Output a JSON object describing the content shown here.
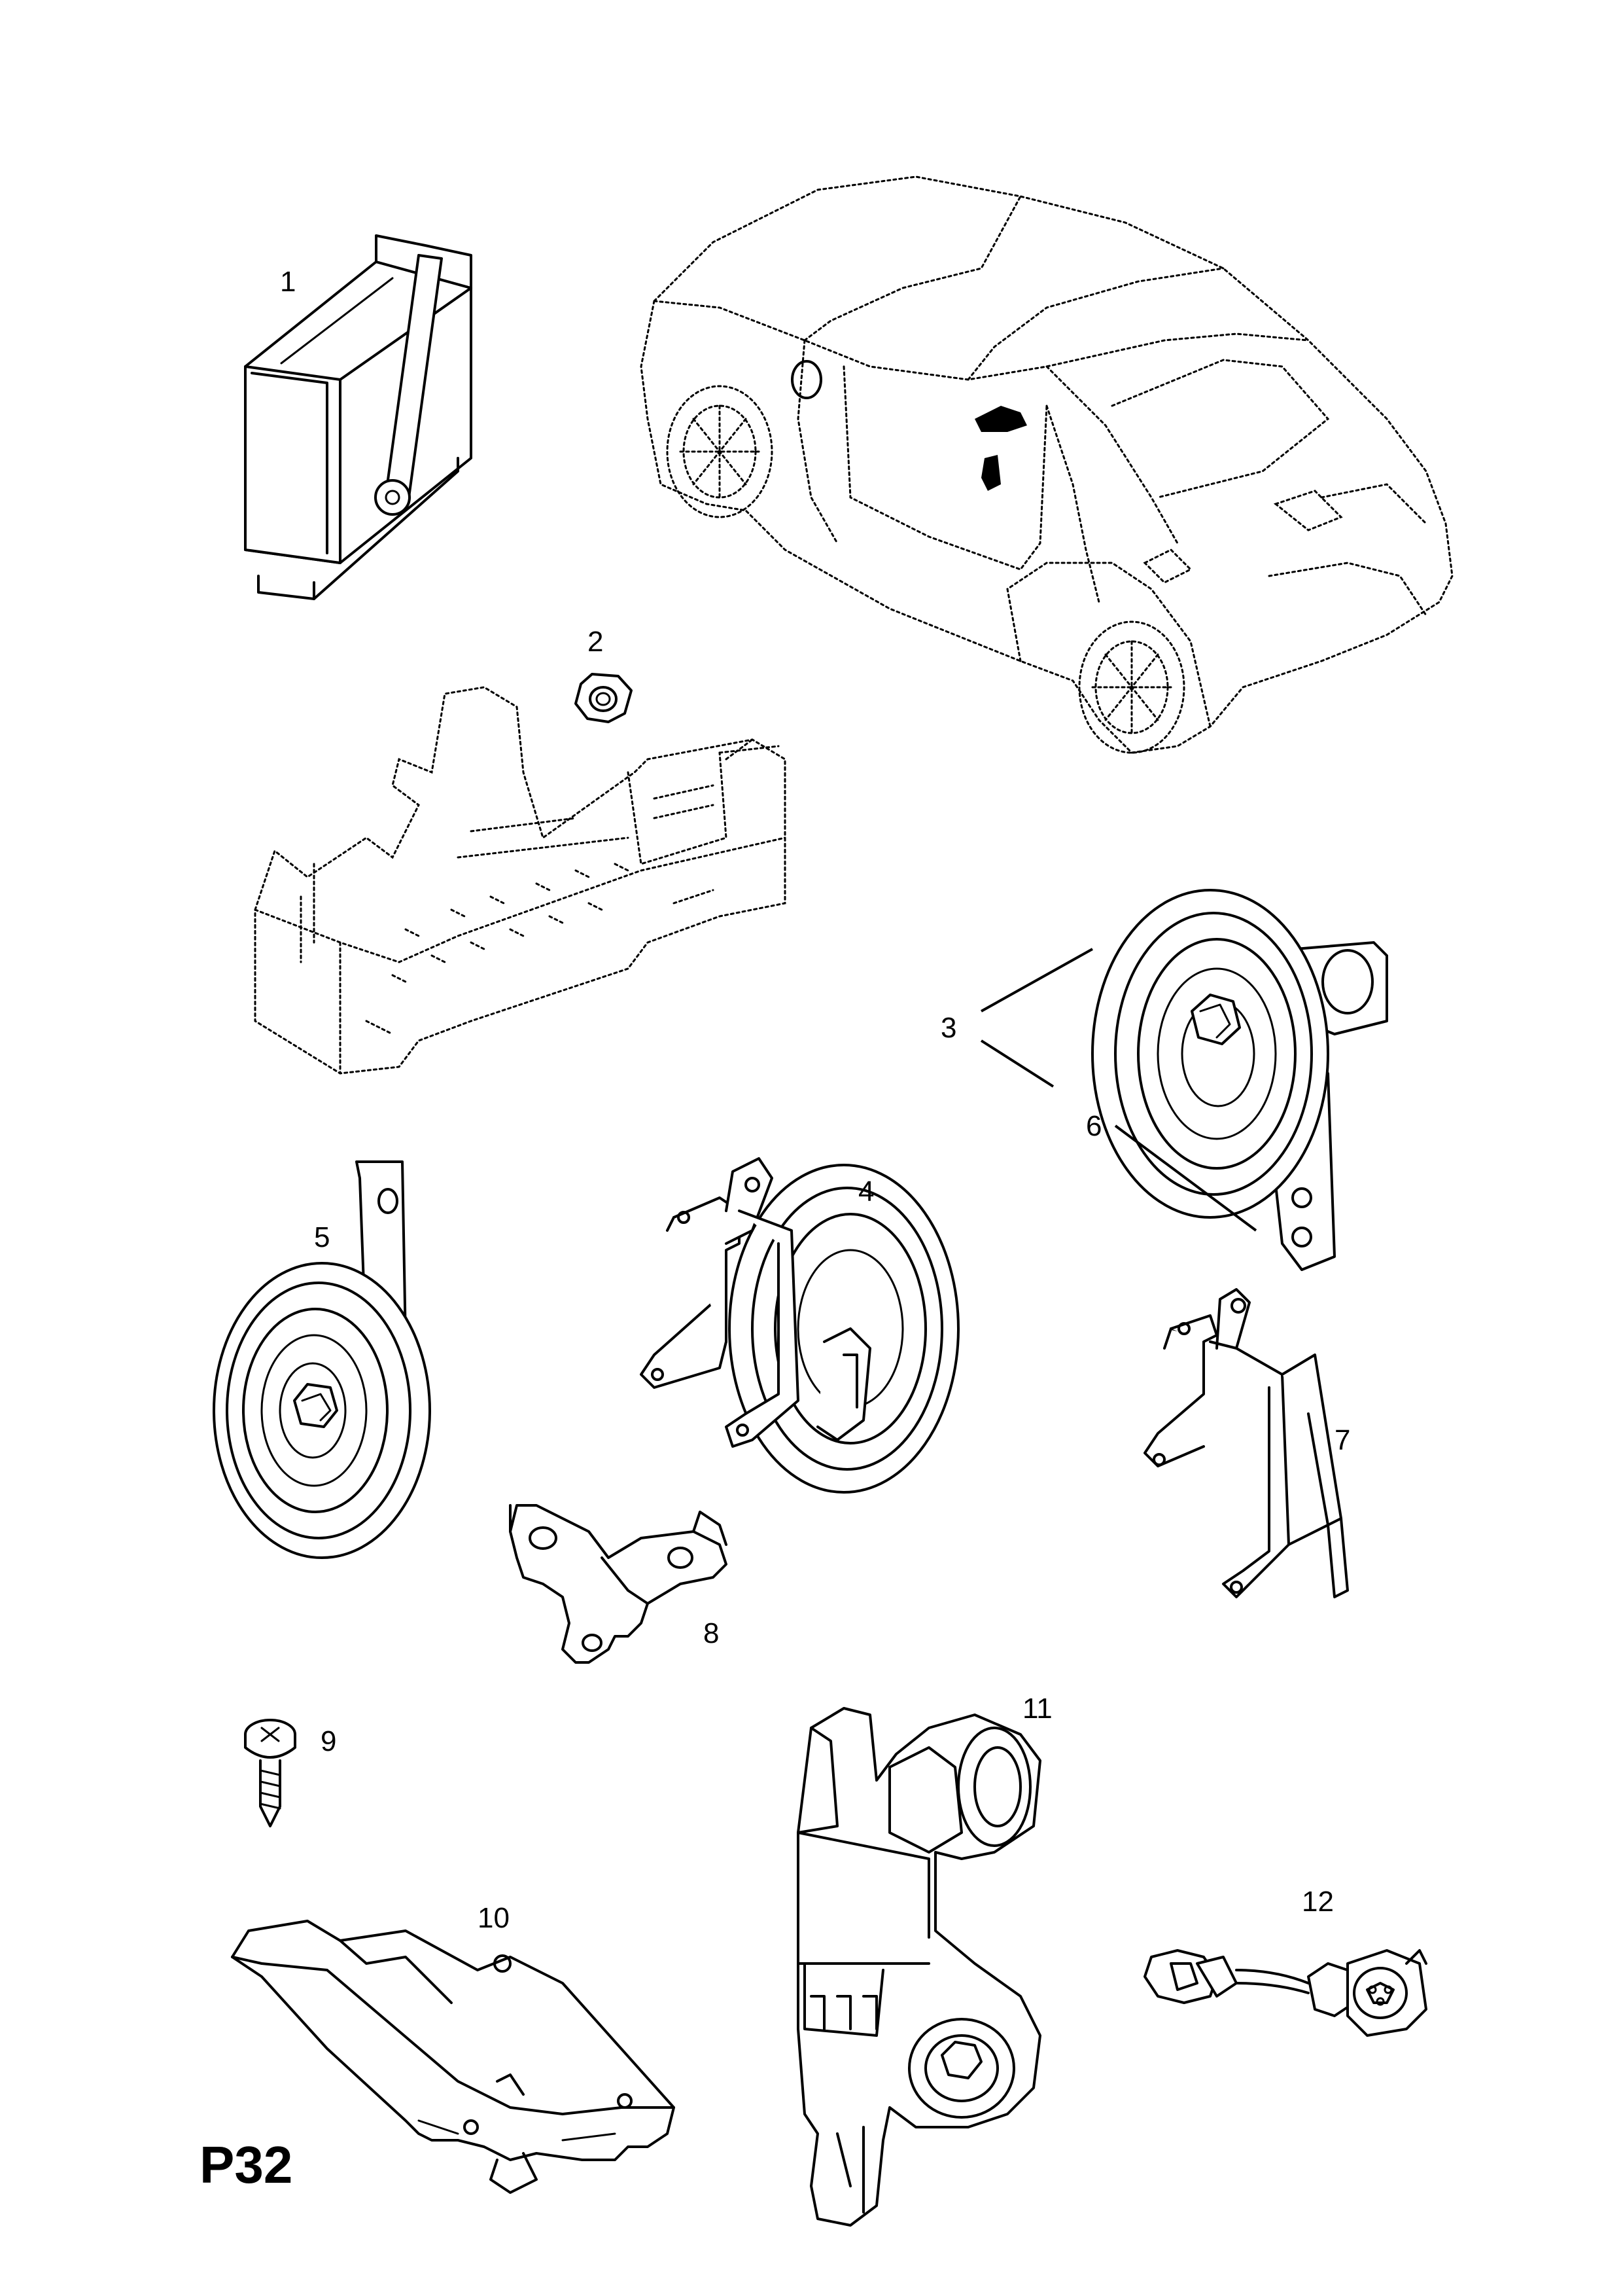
{
  "page_code": "P32",
  "callouts": {
    "c1": "1",
    "c2": "2",
    "c3": "3",
    "c4": "4",
    "c5": "5",
    "c6": "6",
    "c7": "7",
    "c8": "8",
    "c9": "9",
    "c10": "10",
    "c11": "11",
    "c12": "12"
  }
}
